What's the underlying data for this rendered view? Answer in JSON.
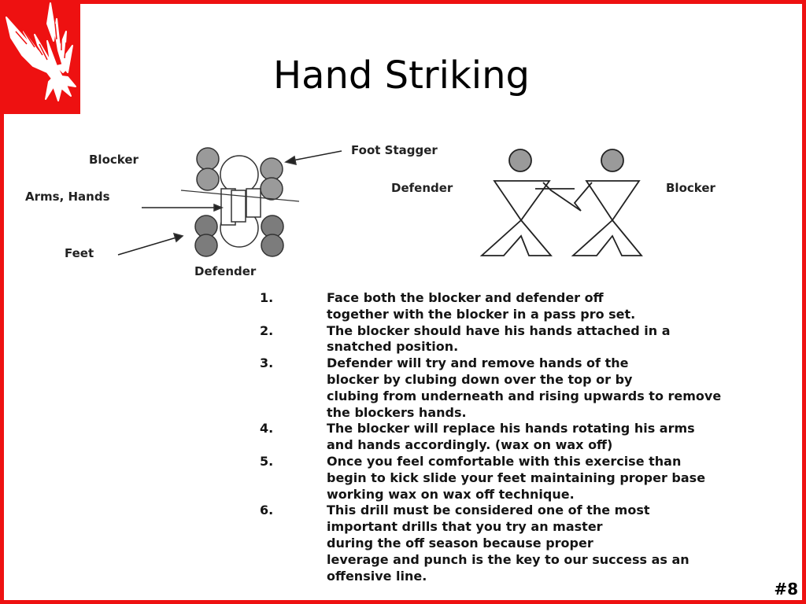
{
  "slide": {
    "title": "Hand Striking",
    "number": "#8",
    "logo_icon": "falcon-logo-icon",
    "accent_color": "#ee1111"
  },
  "diagram_left": {
    "labels": {
      "blocker": "Blocker",
      "arms_hands": "Arms, Hands",
      "feet": "Feet",
      "defender": "Defender",
      "foot_stagger": "Foot Stagger"
    }
  },
  "diagram_right": {
    "labels": {
      "defender": "Defender",
      "blocker": "Blocker"
    }
  },
  "steps": [
    {
      "num": "1.",
      "text": "Face both the blocker and defender off\ntogether with the blocker in a pass pro set."
    },
    {
      "num": "2.",
      "text": "The blocker should have his hands attached in a\nsnatched position."
    },
    {
      "num": "3.",
      "text": "Defender will try and remove hands of the\nblocker by clubing down over the top or by\nclubing from underneath and rising upwards to remove\nthe blockers hands."
    },
    {
      "num": "4.",
      "text": "The blocker will replace his hands rotating his arms\nand hands accordingly. (wax on wax off)"
    },
    {
      "num": "5.",
      "text": "Once you feel comfortable with this exercise than\nbegin to kick slide your feet maintaining proper base\nworking wax on wax off technique."
    },
    {
      "num": "6.",
      "text": "This drill must be considered one of the most\nimportant drills that you try an master\nduring the off season because proper\nleverage and punch is the key to our success as an\noffensive line."
    }
  ]
}
